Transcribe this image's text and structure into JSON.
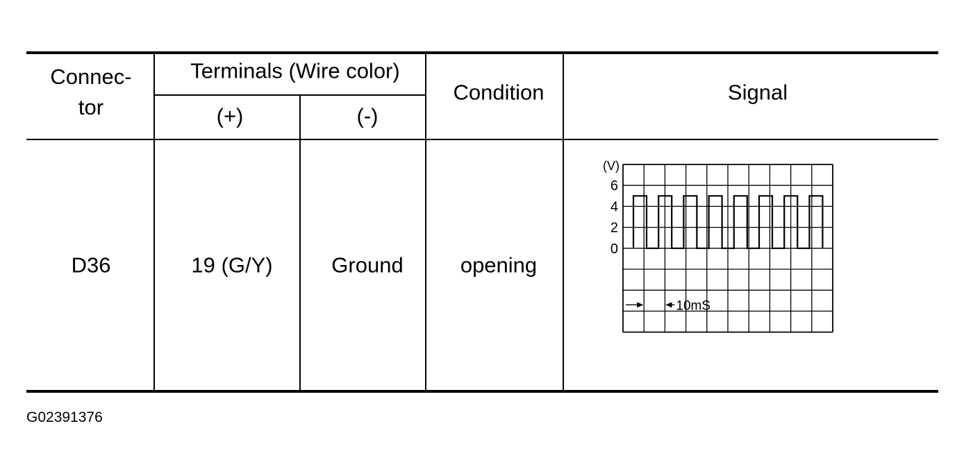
{
  "table": {
    "headers": {
      "connector_line1": "Connec-",
      "connector_line2": "tor",
      "terminals": "Terminals (Wire color)",
      "plus": "(+)",
      "minus": "(-)",
      "condition": "Condition",
      "signal": "Signal"
    },
    "row": {
      "connector": "D36",
      "plus_terminal": "19 (G/Y)",
      "minus_terminal": "Ground",
      "condition": "opening"
    }
  },
  "signal_plot": {
    "y_unit": "(V)",
    "y_ticks": [
      "6",
      "4",
      "2",
      "0"
    ],
    "y_tick_values": [
      6,
      4,
      2,
      0
    ],
    "high_voltage": 5,
    "low_voltage": 0,
    "pulse_count": 8,
    "time_label": "10mS",
    "line_color": "#000000"
  },
  "figure_code": "G02391376"
}
